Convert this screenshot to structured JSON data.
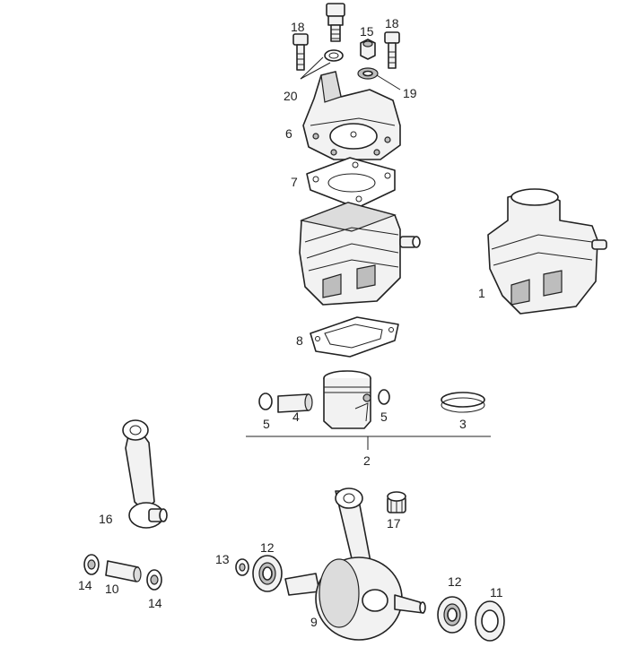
{
  "callouts": {
    "c1": "1",
    "c2": "2",
    "c3": "3",
    "c4": "4",
    "c5a": "5",
    "c5b": "5",
    "c6": "6",
    "c7": "7",
    "c8": "8",
    "c9": "9",
    "c10": "10",
    "c11": "11",
    "c12a": "12",
    "c12b": "12",
    "c13": "13",
    "c14a": "14",
    "c14b": "14",
    "c15": "15",
    "c16": "16",
    "c17": "17",
    "c18a": "18",
    "c18b": "18",
    "c19": "19",
    "c20": "20"
  }
}
